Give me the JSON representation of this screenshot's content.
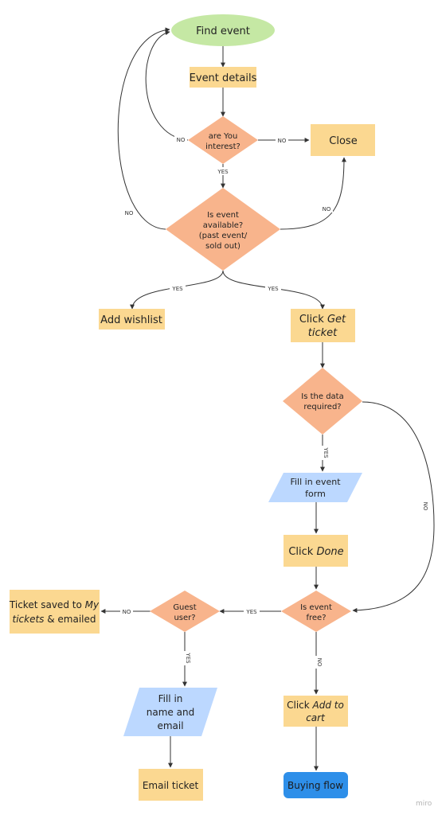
{
  "colors": {
    "terminal_green": "#c5e8a4",
    "process": "#fbd891",
    "decision": "#f8b48c",
    "io": "#bcd8ff",
    "end_blue": "#2e8fe9",
    "line": "#333333"
  },
  "nodes": {
    "find_event": "Find event",
    "event_details": "Event details",
    "are_you_interest": [
      "are You",
      "interest?"
    ],
    "close": "Close",
    "is_event_available": [
      "Is event",
      "available?",
      "(past event/",
      "sold out)"
    ],
    "add_wishlist": "Add wishlist",
    "click_get_ticket": {
      "line1_prefix": "Click ",
      "line1_em": "Get",
      "line2_em": "ticket"
    },
    "is_data_required": [
      "Is the data",
      "required?"
    ],
    "fill_in_event_form": [
      "Fill in event",
      "form"
    ],
    "click_done": {
      "prefix": "Click ",
      "em": "Done"
    },
    "is_event_free": [
      "Is event",
      "free?"
    ],
    "guest_user": [
      "Guest",
      "user?"
    ],
    "ticket_saved": {
      "line1_prefix": "Ticket saved to ",
      "line1_em": "My",
      "line2_em": "tickets",
      "line2_suffix": " &  emailed"
    },
    "fill_in_name_email": [
      "Fill in",
      "name and",
      "email"
    ],
    "click_add_to_cart": {
      "line1_prefix": "Click ",
      "line1_em": "Add to",
      "line2_em": "cart"
    },
    "email_ticket": "Email ticket",
    "buying_flow": "Buying flow"
  },
  "edge_labels": {
    "interest_no_left": "NO",
    "interest_no_right": "NO",
    "interest_yes": "YES",
    "available_no_left": "NO",
    "available_no_right": "NO",
    "available_yes_left": "YES",
    "available_yes_right": "YES",
    "data_yes": "YES",
    "data_no": "NO",
    "free_yes": "YES",
    "free_no": "NO",
    "guest_no": "NO",
    "guest_yes": "YES"
  },
  "watermark": "miro"
}
